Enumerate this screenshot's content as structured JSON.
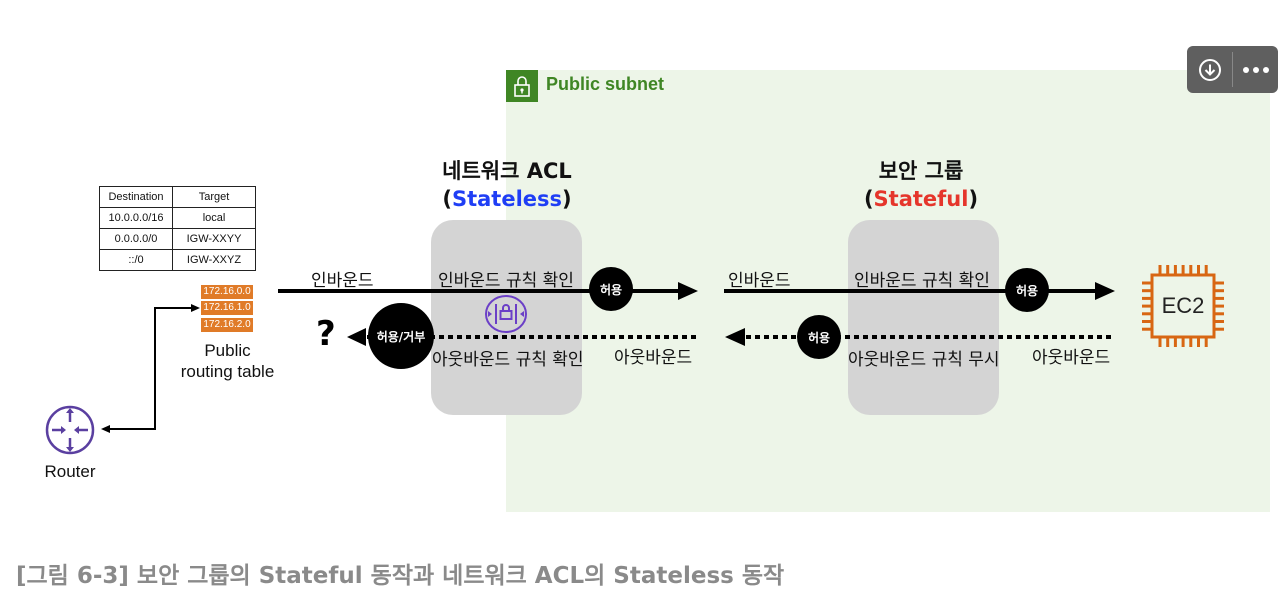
{
  "subnet": {
    "label": "Public subnet"
  },
  "acl": {
    "title": "네트워크 ACL",
    "paren_open": "(",
    "mode": "Stateless",
    "paren_close": ")",
    "mode_color": "#1f3ef5"
  },
  "sg": {
    "title": "보안 그룹",
    "paren_open": "(",
    "mode": "Stateful",
    "paren_close": ")",
    "mode_color": "#e5352b"
  },
  "flow": {
    "inbound_left": "인바운드",
    "acl_inbound_check": "인바운드 규칙 확인",
    "acl_allow": "허용",
    "inbound_right": "인바운드",
    "sg_inbound_check": "인바운드 규칙 확인",
    "sg_allow": "허용",
    "question": "?",
    "acl_allow_deny": "허용/거부",
    "acl_outbound_check": "아웃바운드 규칙 확인",
    "outbound_middle": "아웃바운드",
    "sg_out_allow": "허용",
    "sg_outbound_ignore": "아웃바운드 규칙 무시",
    "outbound_right": "아웃바운드"
  },
  "route_table": {
    "headers": [
      "Destination",
      "Target"
    ],
    "rows": [
      [
        "10.0.0.0/16",
        "local"
      ],
      [
        "0.0.0.0/0",
        "IGW-XXYY"
      ],
      [
        "::/0",
        "IGW-XXYZ"
      ]
    ],
    "cidrs": [
      "172.16.0.0",
      "172.16.1.0",
      "172.16.2.0"
    ],
    "label_line1": "Public",
    "label_line2": "routing table"
  },
  "router": {
    "label": "Router"
  },
  "ec2": {
    "label": "EC2"
  },
  "caption": "[그림 6-3] 보안 그룹의 Stateful 동작과 네트워크 ACL의 Stateless 동작",
  "colors": {
    "subnet_bg": "#edf5e8",
    "subnet_accent": "#3f8624",
    "ec2": "#d86613",
    "router": "#5a3fa0",
    "cidr": "#e07b28"
  }
}
